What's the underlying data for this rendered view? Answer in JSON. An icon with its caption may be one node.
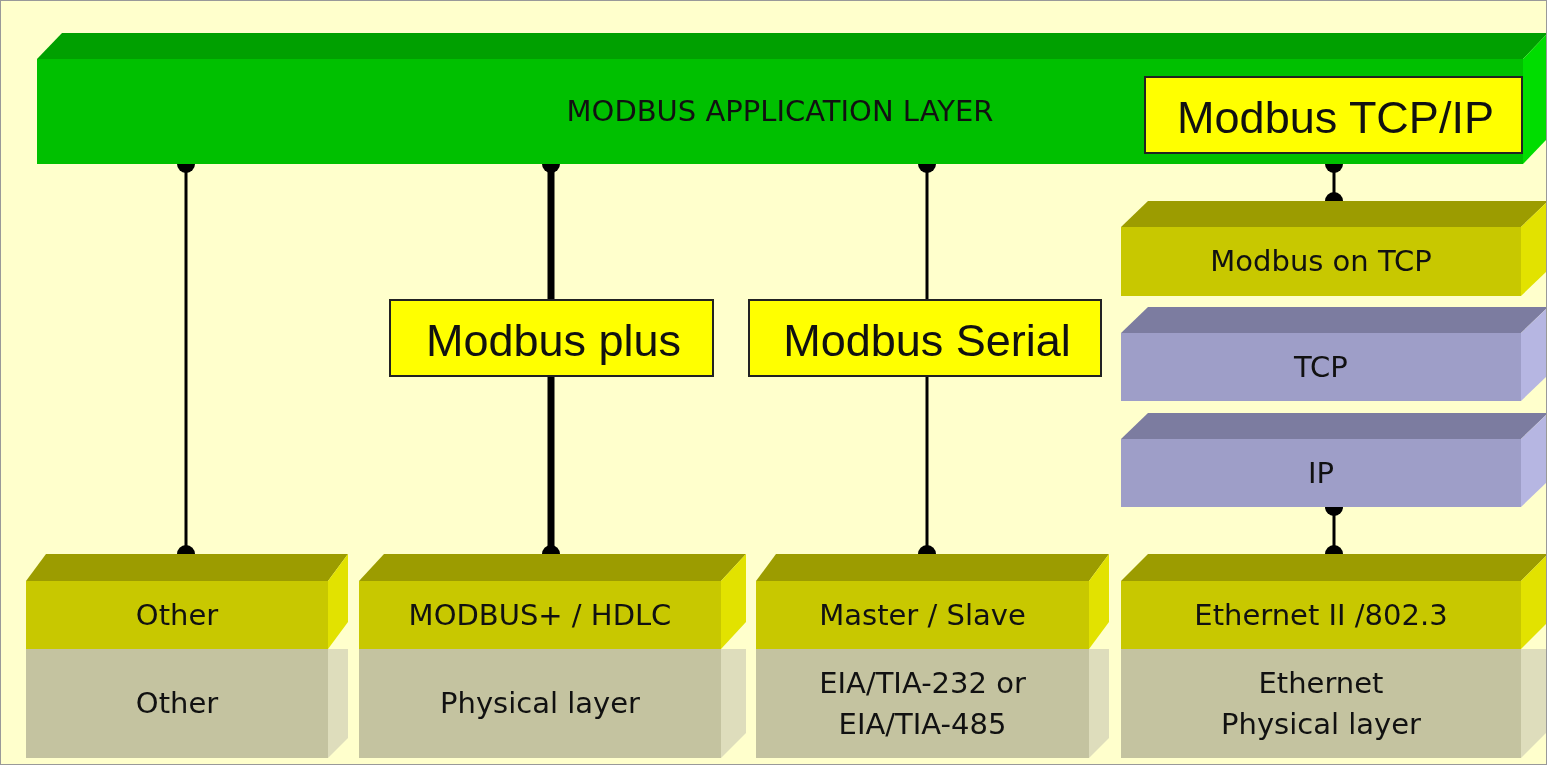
{
  "diagram": {
    "nodes": [
      {
        "text": [
          "MODBUS APPLICATION LAYER"
        ]
      },
      {
        "text": [
          "Modbus TCP/IP"
        ],
        "in": 0
      },
      {
        "text": [
          "Modbus on TCP"
        ]
      },
      {
        "text": [
          "TCP"
        ]
      },
      {
        "text": [
          "IP"
        ]
      },
      {
        "text": [
          "Other"
        ]
      },
      {
        "text": [
          "Other"
        ]
      },
      {
        "text": [
          "MODBUS+ / HDLC"
        ]
      },
      {
        "text": [
          "Physical layer"
        ]
      },
      {
        "text": [
          "Master / Slave"
        ]
      },
      {
        "text": [
          "EIA/TIA-232 or EIA/TIA-485"
        ]
      },
      {
        "text": [
          "Ethernet II /802.3"
        ]
      },
      {
        "text": [
          "Ethernet Physical layer"
        ]
      },
      {
        "text": [
          "Modbus plus"
        ]
      },
      {
        "text": [
          "Modbus Serial"
        ]
      }
    ],
    "edges": [
      {
        "from": 0,
        "to": 5,
        "arrow": "other"
      },
      {
        "from": 0,
        "to": 13,
        "arrow": "other",
        "style": "thick"
      },
      {
        "from": 13,
        "to": 7,
        "arrow": "other",
        "style": "thick"
      },
      {
        "from": 0,
        "to": 14,
        "arrow": "other"
      },
      {
        "from": 14,
        "to": 9,
        "arrow": "other"
      },
      {
        "from": 0,
        "to": 2,
        "arrow": "other"
      },
      {
        "from": 4,
        "to": 11,
        "arrow": "other"
      }
    ]
  }
}
